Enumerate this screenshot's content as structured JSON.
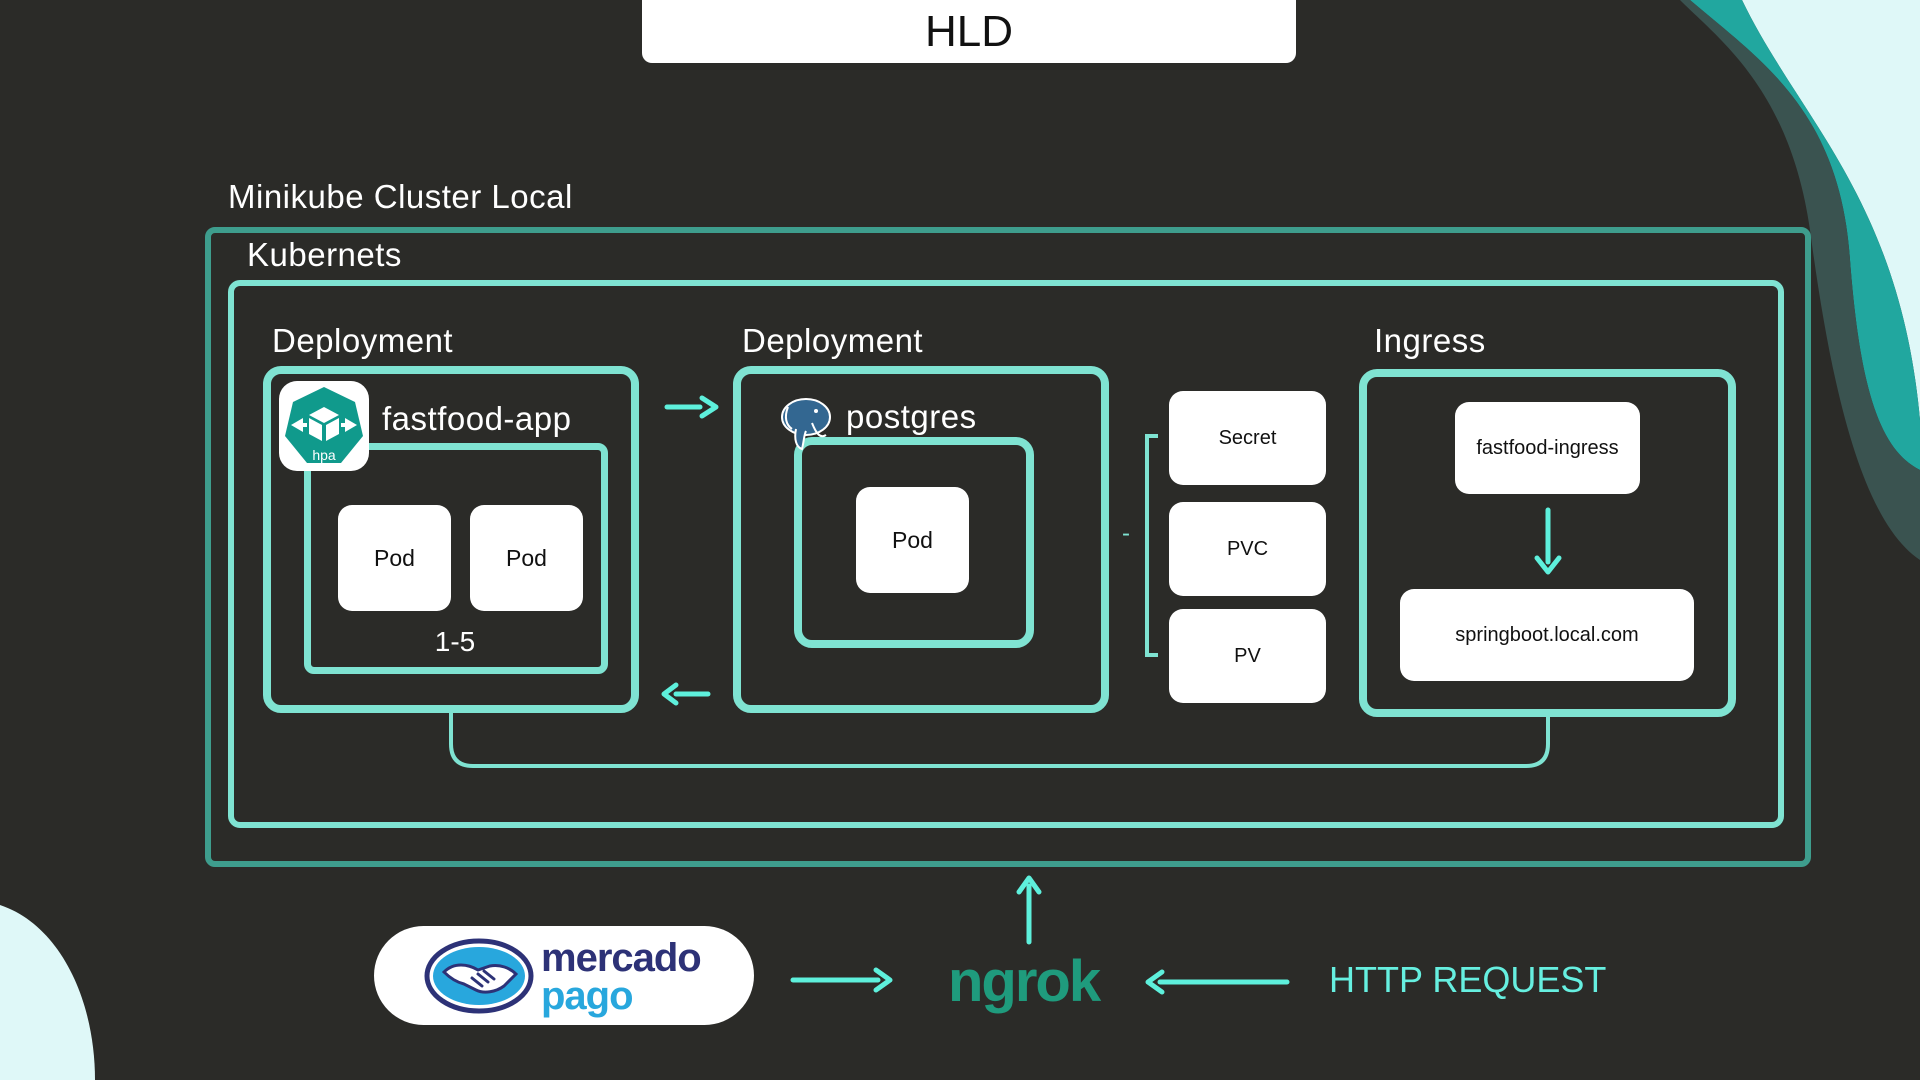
{
  "title": "HLD",
  "cluster": {
    "label": "Minikube Cluster Local"
  },
  "kubernetes": {
    "label": "Kubernets"
  },
  "app_deployment": {
    "label": "Deployment",
    "name": "fastfood-app",
    "hpa_label": "hpa",
    "pods": [
      "Pod",
      "Pod"
    ],
    "replicas": "1-5"
  },
  "db_deployment": {
    "label": "Deployment",
    "name": "postgres",
    "pod": "Pod"
  },
  "storage": {
    "items": [
      "Secret",
      "PVC",
      "PV"
    ],
    "connector": "-"
  },
  "ingress": {
    "label": "Ingress",
    "name": "fastfood-ingress",
    "host": "springboot.local.com"
  },
  "external": {
    "mercado_pago_line1": "mercado",
    "mercado_pago_line2": "pago",
    "ngrok": "ngrok",
    "http_request": "HTTP REQUEST"
  },
  "colors": {
    "background": "#2b2b28",
    "cluster_border": "#3e9d8d",
    "inner_border": "#7fe3d2",
    "arrow": "#5ef0dc",
    "ngrok": "#1f9b7d",
    "http": "#66efe0",
    "mp_blue": "#2d3277",
    "mp_cyan": "#28a7dd",
    "hpa_teal": "#109a8c"
  },
  "icons": [
    "hpa-icon",
    "postgres-elephant-icon",
    "handshake-icon"
  ]
}
